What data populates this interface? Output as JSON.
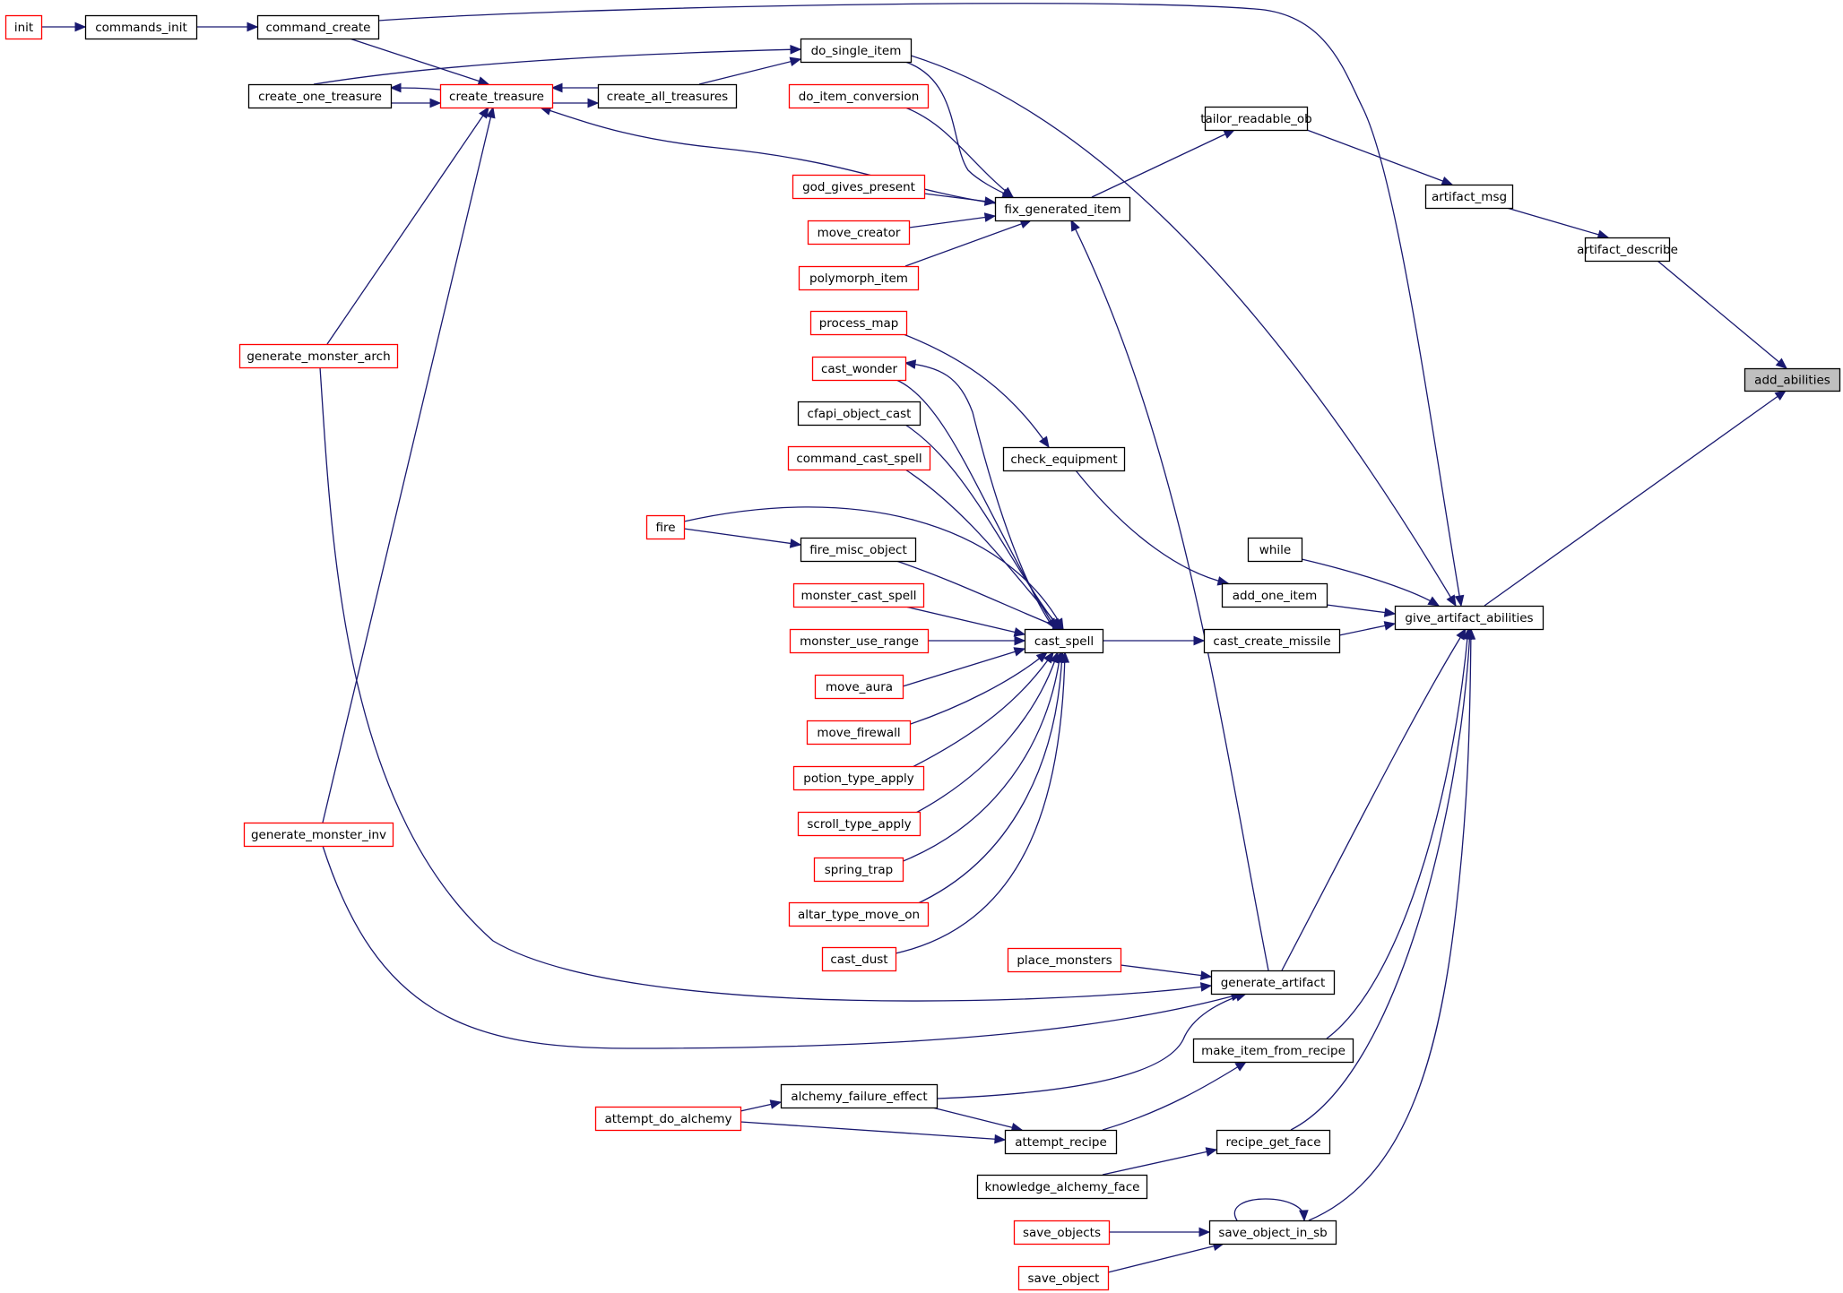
{
  "graph": {
    "focus": "add_abilities",
    "colors": {
      "edge": "#191970",
      "normal_border": "#000000",
      "truncated_border": "#ff0000",
      "focus_fill": "#bfbfbf"
    },
    "nodes": [
      {
        "id": "add_abilities",
        "label": "add_abilities",
        "kind": "focus"
      },
      {
        "id": "artifact_describe",
        "label": "artifact_describe",
        "kind": "normal"
      },
      {
        "id": "artifact_msg",
        "label": "artifact_msg",
        "kind": "normal"
      },
      {
        "id": "tailor_readable_ob",
        "label": "tailor_readable_ob",
        "kind": "normal"
      },
      {
        "id": "fix_generated_item",
        "label": "fix_generated_item",
        "kind": "normal"
      },
      {
        "id": "give_artifact_abilities",
        "label": "give_artifact_abilities",
        "kind": "normal"
      },
      {
        "id": "init",
        "label": "init",
        "kind": "truncated"
      },
      {
        "id": "commands_init",
        "label": "commands_init",
        "kind": "normal"
      },
      {
        "id": "command_create",
        "label": "command_create",
        "kind": "normal"
      },
      {
        "id": "do_single_item",
        "label": "do_single_item",
        "kind": "normal"
      },
      {
        "id": "create_one_treasure",
        "label": "create_one_treasure",
        "kind": "normal"
      },
      {
        "id": "create_treasure",
        "label": "create_treasure",
        "kind": "truncated"
      },
      {
        "id": "create_all_treasures",
        "label": "create_all_treasures",
        "kind": "normal"
      },
      {
        "id": "do_item_conversion",
        "label": "do_item_conversion",
        "kind": "truncated"
      },
      {
        "id": "god_gives_present",
        "label": "god_gives_present",
        "kind": "truncated"
      },
      {
        "id": "move_creator",
        "label": "move_creator",
        "kind": "truncated"
      },
      {
        "id": "polymorph_item",
        "label": "polymorph_item",
        "kind": "truncated"
      },
      {
        "id": "generate_monster_arch",
        "label": "generate_monster_arch",
        "kind": "truncated"
      },
      {
        "id": "process_map",
        "label": "process_map",
        "kind": "truncated"
      },
      {
        "id": "cast_wonder",
        "label": "cast_wonder",
        "kind": "truncated"
      },
      {
        "id": "cfapi_object_cast",
        "label": "cfapi_object_cast",
        "kind": "normal"
      },
      {
        "id": "check_equipment",
        "label": "check_equipment",
        "kind": "normal"
      },
      {
        "id": "command_cast_spell",
        "label": "command_cast_spell",
        "kind": "truncated"
      },
      {
        "id": "fire",
        "label": "fire",
        "kind": "truncated"
      },
      {
        "id": "fire_misc_object",
        "label": "fire_misc_object",
        "kind": "normal"
      },
      {
        "id": "while",
        "label": "while",
        "kind": "normal"
      },
      {
        "id": "add_one_item",
        "label": "add_one_item",
        "kind": "normal"
      },
      {
        "id": "monster_cast_spell",
        "label": "monster_cast_spell",
        "kind": "truncated"
      },
      {
        "id": "monster_use_range",
        "label": "monster_use_range",
        "kind": "truncated"
      },
      {
        "id": "cast_spell",
        "label": "cast_spell",
        "kind": "normal"
      },
      {
        "id": "cast_create_missile",
        "label": "cast_create_missile",
        "kind": "normal"
      },
      {
        "id": "move_aura",
        "label": "move_aura",
        "kind": "truncated"
      },
      {
        "id": "move_firewall",
        "label": "move_firewall",
        "kind": "truncated"
      },
      {
        "id": "potion_type_apply",
        "label": "potion_type_apply",
        "kind": "truncated"
      },
      {
        "id": "scroll_type_apply",
        "label": "scroll_type_apply",
        "kind": "truncated"
      },
      {
        "id": "generate_monster_inv",
        "label": "generate_monster_inv",
        "kind": "truncated"
      },
      {
        "id": "spring_trap",
        "label": "spring_trap",
        "kind": "truncated"
      },
      {
        "id": "altar_type_move_on",
        "label": "altar_type_move_on",
        "kind": "truncated"
      },
      {
        "id": "cast_dust",
        "label": "cast_dust",
        "kind": "truncated"
      },
      {
        "id": "place_monsters",
        "label": "place_monsters",
        "kind": "truncated"
      },
      {
        "id": "generate_artifact",
        "label": "generate_artifact",
        "kind": "normal"
      },
      {
        "id": "make_item_from_recipe",
        "label": "make_item_from_recipe",
        "kind": "normal"
      },
      {
        "id": "alchemy_failure_effect",
        "label": "alchemy_failure_effect",
        "kind": "normal"
      },
      {
        "id": "attempt_do_alchemy",
        "label": "attempt_do_alchemy",
        "kind": "truncated"
      },
      {
        "id": "attempt_recipe",
        "label": "attempt_recipe",
        "kind": "normal"
      },
      {
        "id": "recipe_get_face",
        "label": "recipe_get_face",
        "kind": "normal"
      },
      {
        "id": "knowledge_alchemy_face",
        "label": "knowledge_alchemy_face",
        "kind": "normal"
      },
      {
        "id": "save_objects",
        "label": "save_objects",
        "kind": "truncated"
      },
      {
        "id": "save_object_in_sb",
        "label": "save_object_in_sb",
        "kind": "normal"
      },
      {
        "id": "save_object",
        "label": "save_object",
        "kind": "truncated"
      }
    ],
    "edges": [
      {
        "from": "artifact_describe",
        "to": "add_abilities"
      },
      {
        "from": "give_artifact_abilities",
        "to": "add_abilities"
      },
      {
        "from": "artifact_msg",
        "to": "artifact_describe"
      },
      {
        "from": "tailor_readable_ob",
        "to": "artifact_msg"
      },
      {
        "from": "fix_generated_item",
        "to": "tailor_readable_ob"
      },
      {
        "from": "command_create",
        "to": "give_artifact_abilities"
      },
      {
        "from": "do_single_item",
        "to": "give_artifact_abilities"
      },
      {
        "from": "while",
        "to": "give_artifact_abilities"
      },
      {
        "from": "add_one_item",
        "to": "give_artifact_abilities"
      },
      {
        "from": "cast_create_missile",
        "to": "give_artifact_abilities"
      },
      {
        "from": "generate_artifact",
        "to": "give_artifact_abilities"
      },
      {
        "from": "make_item_from_recipe",
        "to": "give_artifact_abilities"
      },
      {
        "from": "recipe_get_face",
        "to": "give_artifact_abilities"
      },
      {
        "from": "save_object_in_sb",
        "to": "give_artifact_abilities"
      },
      {
        "from": "init",
        "to": "commands_init"
      },
      {
        "from": "commands_init",
        "to": "command_create"
      },
      {
        "from": "command_create",
        "to": "create_treasure"
      },
      {
        "from": "create_one_treasure",
        "to": "create_treasure"
      },
      {
        "from": "create_treasure",
        "to": "create_one_treasure"
      },
      {
        "from": "create_all_treasures",
        "to": "create_treasure"
      },
      {
        "from": "create_treasure",
        "to": "create_all_treasures"
      },
      {
        "from": "create_one_treasure",
        "to": "do_single_item"
      },
      {
        "from": "create_all_treasures",
        "to": "do_single_item"
      },
      {
        "from": "fix_generated_item",
        "to": "create_treasure"
      },
      {
        "from": "generate_monster_arch",
        "to": "create_treasure"
      },
      {
        "from": "generate_monster_inv",
        "to": "create_treasure"
      },
      {
        "from": "do_single_item",
        "to": "fix_generated_item"
      },
      {
        "from": "do_item_conversion",
        "to": "fix_generated_item"
      },
      {
        "from": "god_gives_present",
        "to": "fix_generated_item"
      },
      {
        "from": "move_creator",
        "to": "fix_generated_item"
      },
      {
        "from": "polymorph_item",
        "to": "fix_generated_item"
      },
      {
        "from": "generate_artifact",
        "to": "fix_generated_item"
      },
      {
        "from": "generate_monster_arch",
        "to": "generate_artifact"
      },
      {
        "from": "generate_monster_inv",
        "to": "generate_artifact"
      },
      {
        "from": "place_monsters",
        "to": "generate_artifact"
      },
      {
        "from": "alchemy_failure_effect",
        "to": "generate_artifact"
      },
      {
        "from": "process_map",
        "to": "check_equipment"
      },
      {
        "from": "check_equipment",
        "to": "add_one_item"
      },
      {
        "from": "cast_spell",
        "to": "cast_wonder"
      },
      {
        "from": "cast_wonder",
        "to": "cast_spell"
      },
      {
        "from": "cfapi_object_cast",
        "to": "cast_spell"
      },
      {
        "from": "command_cast_spell",
        "to": "cast_spell"
      },
      {
        "from": "fire",
        "to": "cast_spell"
      },
      {
        "from": "fire",
        "to": "fire_misc_object"
      },
      {
        "from": "fire_misc_object",
        "to": "cast_spell"
      },
      {
        "from": "monster_cast_spell",
        "to": "cast_spell"
      },
      {
        "from": "monster_use_range",
        "to": "cast_spell"
      },
      {
        "from": "move_aura",
        "to": "cast_spell"
      },
      {
        "from": "move_firewall",
        "to": "cast_spell"
      },
      {
        "from": "potion_type_apply",
        "to": "cast_spell"
      },
      {
        "from": "scroll_type_apply",
        "to": "cast_spell"
      },
      {
        "from": "spring_trap",
        "to": "cast_spell"
      },
      {
        "from": "altar_type_move_on",
        "to": "cast_spell"
      },
      {
        "from": "cast_dust",
        "to": "cast_spell"
      },
      {
        "from": "cast_spell",
        "to": "cast_create_missile"
      },
      {
        "from": "attempt_recipe",
        "to": "make_item_from_recipe"
      },
      {
        "from": "attempt_do_alchemy",
        "to": "alchemy_failure_effect"
      },
      {
        "from": "attempt_do_alchemy",
        "to": "attempt_recipe"
      },
      {
        "from": "alchemy_failure_effect",
        "to": "attempt_recipe"
      },
      {
        "from": "knowledge_alchemy_face",
        "to": "recipe_get_face"
      },
      {
        "from": "save_objects",
        "to": "save_object_in_sb"
      },
      {
        "from": "save_object",
        "to": "save_object_in_sb"
      },
      {
        "from": "save_object_in_sb",
        "to": "save_object_in_sb"
      }
    ]
  }
}
